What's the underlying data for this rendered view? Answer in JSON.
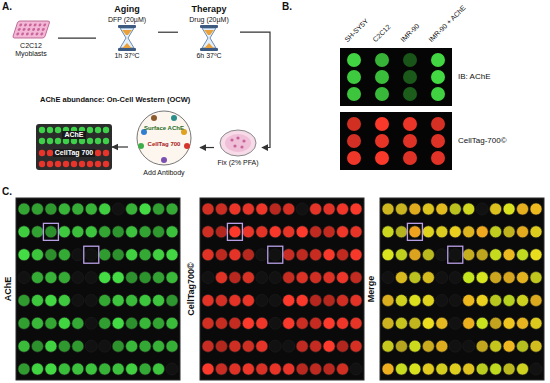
{
  "diagram": {
    "nodes": [
      {
        "text": [
          "C2C12 Myoblasts"
        ]
      },
      {
        "text": [
          "Aging",
          "DFP (20µM)",
          "1h 37ºC"
        ]
      },
      {
        "text": [
          "Therapy",
          "Drug (20µM)",
          "6h 37ºC"
        ]
      },
      {
        "text": [
          "Fix (2% PFA)"
        ]
      },
      {
        "text": [
          "Surface AChE",
          "CellTag 700",
          "Add Antibody"
        ]
      },
      {
        "text": [
          "AChE",
          "CellTag 700"
        ]
      }
    ],
    "edges": [
      {
        "from": 0,
        "to": 1,
        "arrow": "none"
      },
      {
        "from": 1,
        "to": 2,
        "arrow": "none"
      },
      {
        "from": 2,
        "to": 3,
        "arrow": "to"
      },
      {
        "from": 3,
        "to": 4,
        "arrow": "to"
      },
      {
        "from": 4,
        "to": 5,
        "arrow": "to"
      }
    ],
    "labels": [
      "A.",
      "AChE abundance: On-Cell Western (OCW)",
      "B.",
      "SH-SY5Y",
      "C2C12",
      "IMR-90",
      "IMR-90 + AChE",
      "IB: AChE",
      "CellTag-700©",
      "C.",
      "AChE",
      "CellTag700©",
      "Merge"
    ]
  }
}
